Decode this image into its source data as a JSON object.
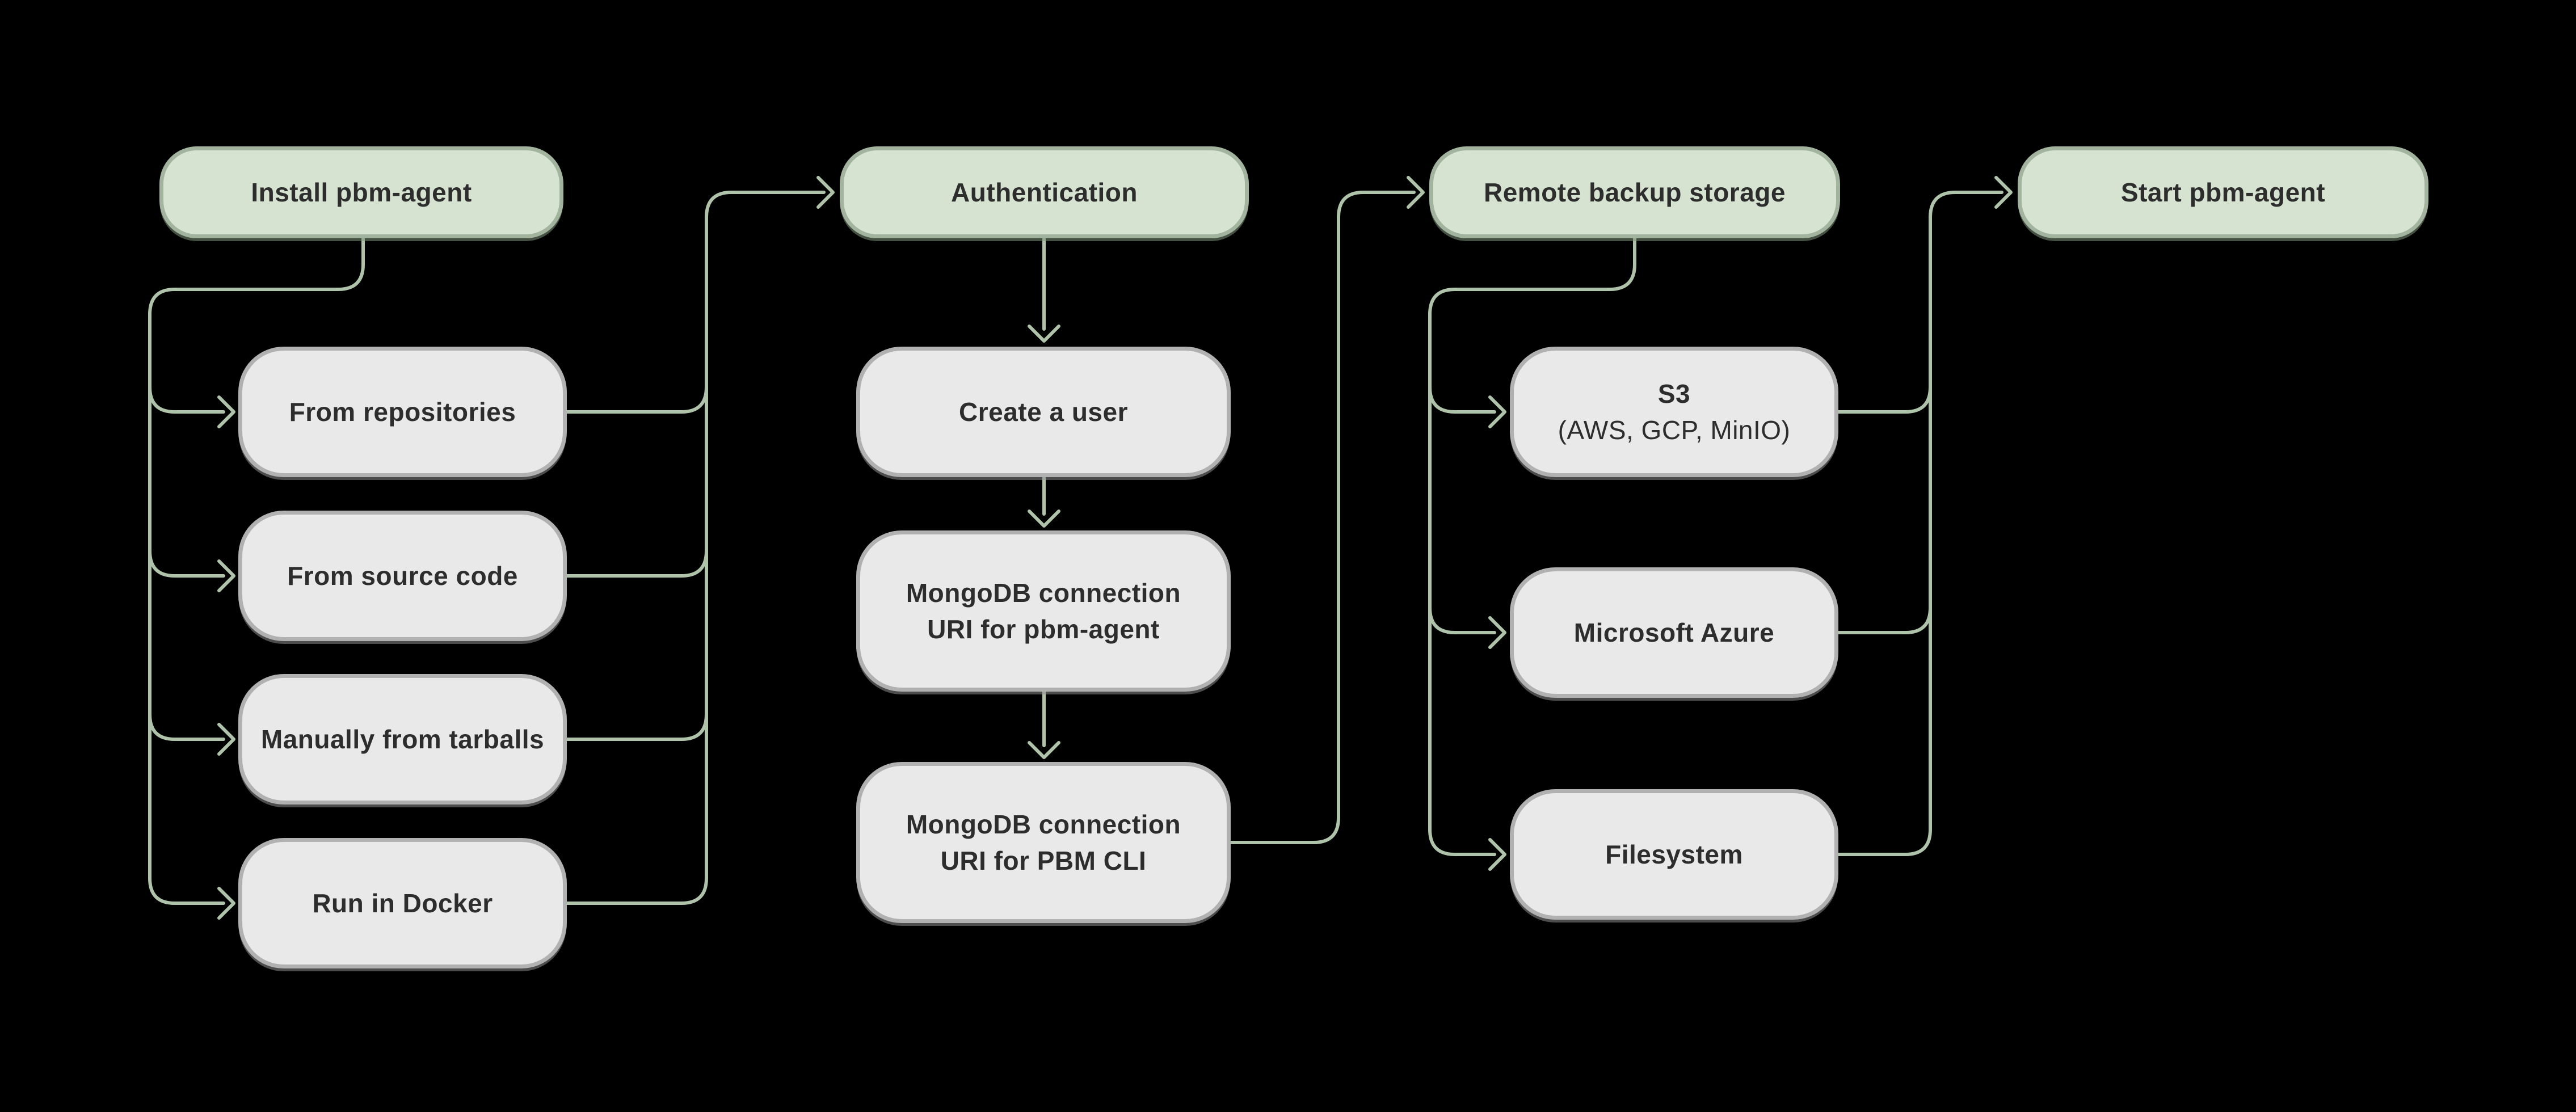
{
  "colors": {
    "background": "#000000",
    "stage_fill": "#d6e3d1",
    "stage_border": "#a2b39e",
    "task_fill": "#e9e9e9",
    "task_border": "#b1b1b1",
    "connector": "#aec3a9",
    "text": "#2d2d2d"
  },
  "nodes": {
    "install": {
      "label": "Install pbm-agent"
    },
    "from_repositories": {
      "label": "From repositories"
    },
    "from_source_code": {
      "label": "From source code"
    },
    "manually_from_tarballs": {
      "label": "Manually from tarballs"
    },
    "run_in_docker": {
      "label": "Run in Docker"
    },
    "authentication": {
      "label": "Authentication"
    },
    "create_a_user": {
      "label": "Create a user"
    },
    "uri_pbm_agent": {
      "line1": "MongoDB connection",
      "line2": "URI for pbm-agent"
    },
    "uri_pbm_cli": {
      "line1": "MongoDB connection",
      "line2": "URI for PBM CLI"
    },
    "remote_backup_storage": {
      "label": "Remote backup storage"
    },
    "s3": {
      "line1": "S3",
      "line2": "(AWS, GCP, MinIO)"
    },
    "microsoft_azure": {
      "label": "Microsoft Azure"
    },
    "filesystem": {
      "label": "Filesystem"
    },
    "start": {
      "label": "Start pbm-agent"
    }
  }
}
